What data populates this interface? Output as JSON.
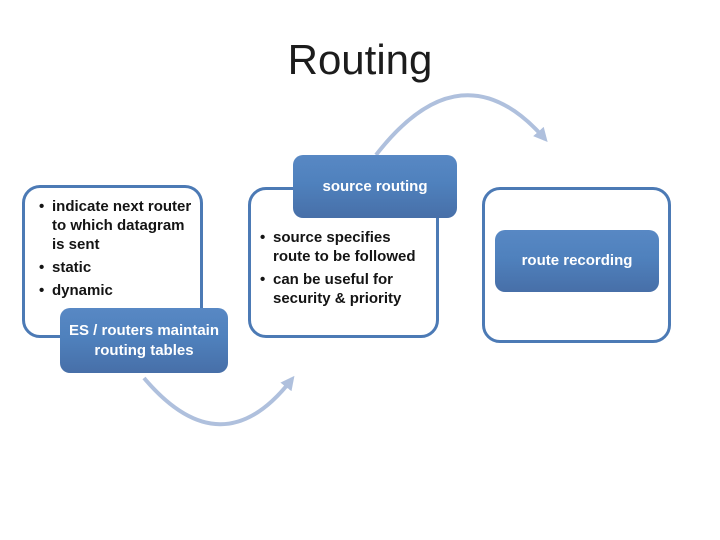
{
  "slide": {
    "title": "Routing",
    "colors": {
      "accent_fill": "#4F81BD",
      "box_border": "#4C7AB5",
      "arrow": "#AFC0DD",
      "body_text": "#141414",
      "label_text": "#FFFFFF",
      "background": "#FFFFFF"
    },
    "diagram": {
      "left_panel": {
        "bullets": [
          "indicate next router to which datagram is sent",
          "static",
          "dynamic"
        ],
        "label": "ES / routers maintain routing tables"
      },
      "middle_panel": {
        "header": "source routing",
        "bullets": [
          "source specifies route to be followed",
          "can be useful for security & priority"
        ]
      },
      "right_panel": {
        "label": "route recording"
      },
      "icons": {
        "top_arrow": "curved-arrow-right-down-icon",
        "bottom_arrow": "curved-arrow-right-up-icon"
      }
    }
  }
}
